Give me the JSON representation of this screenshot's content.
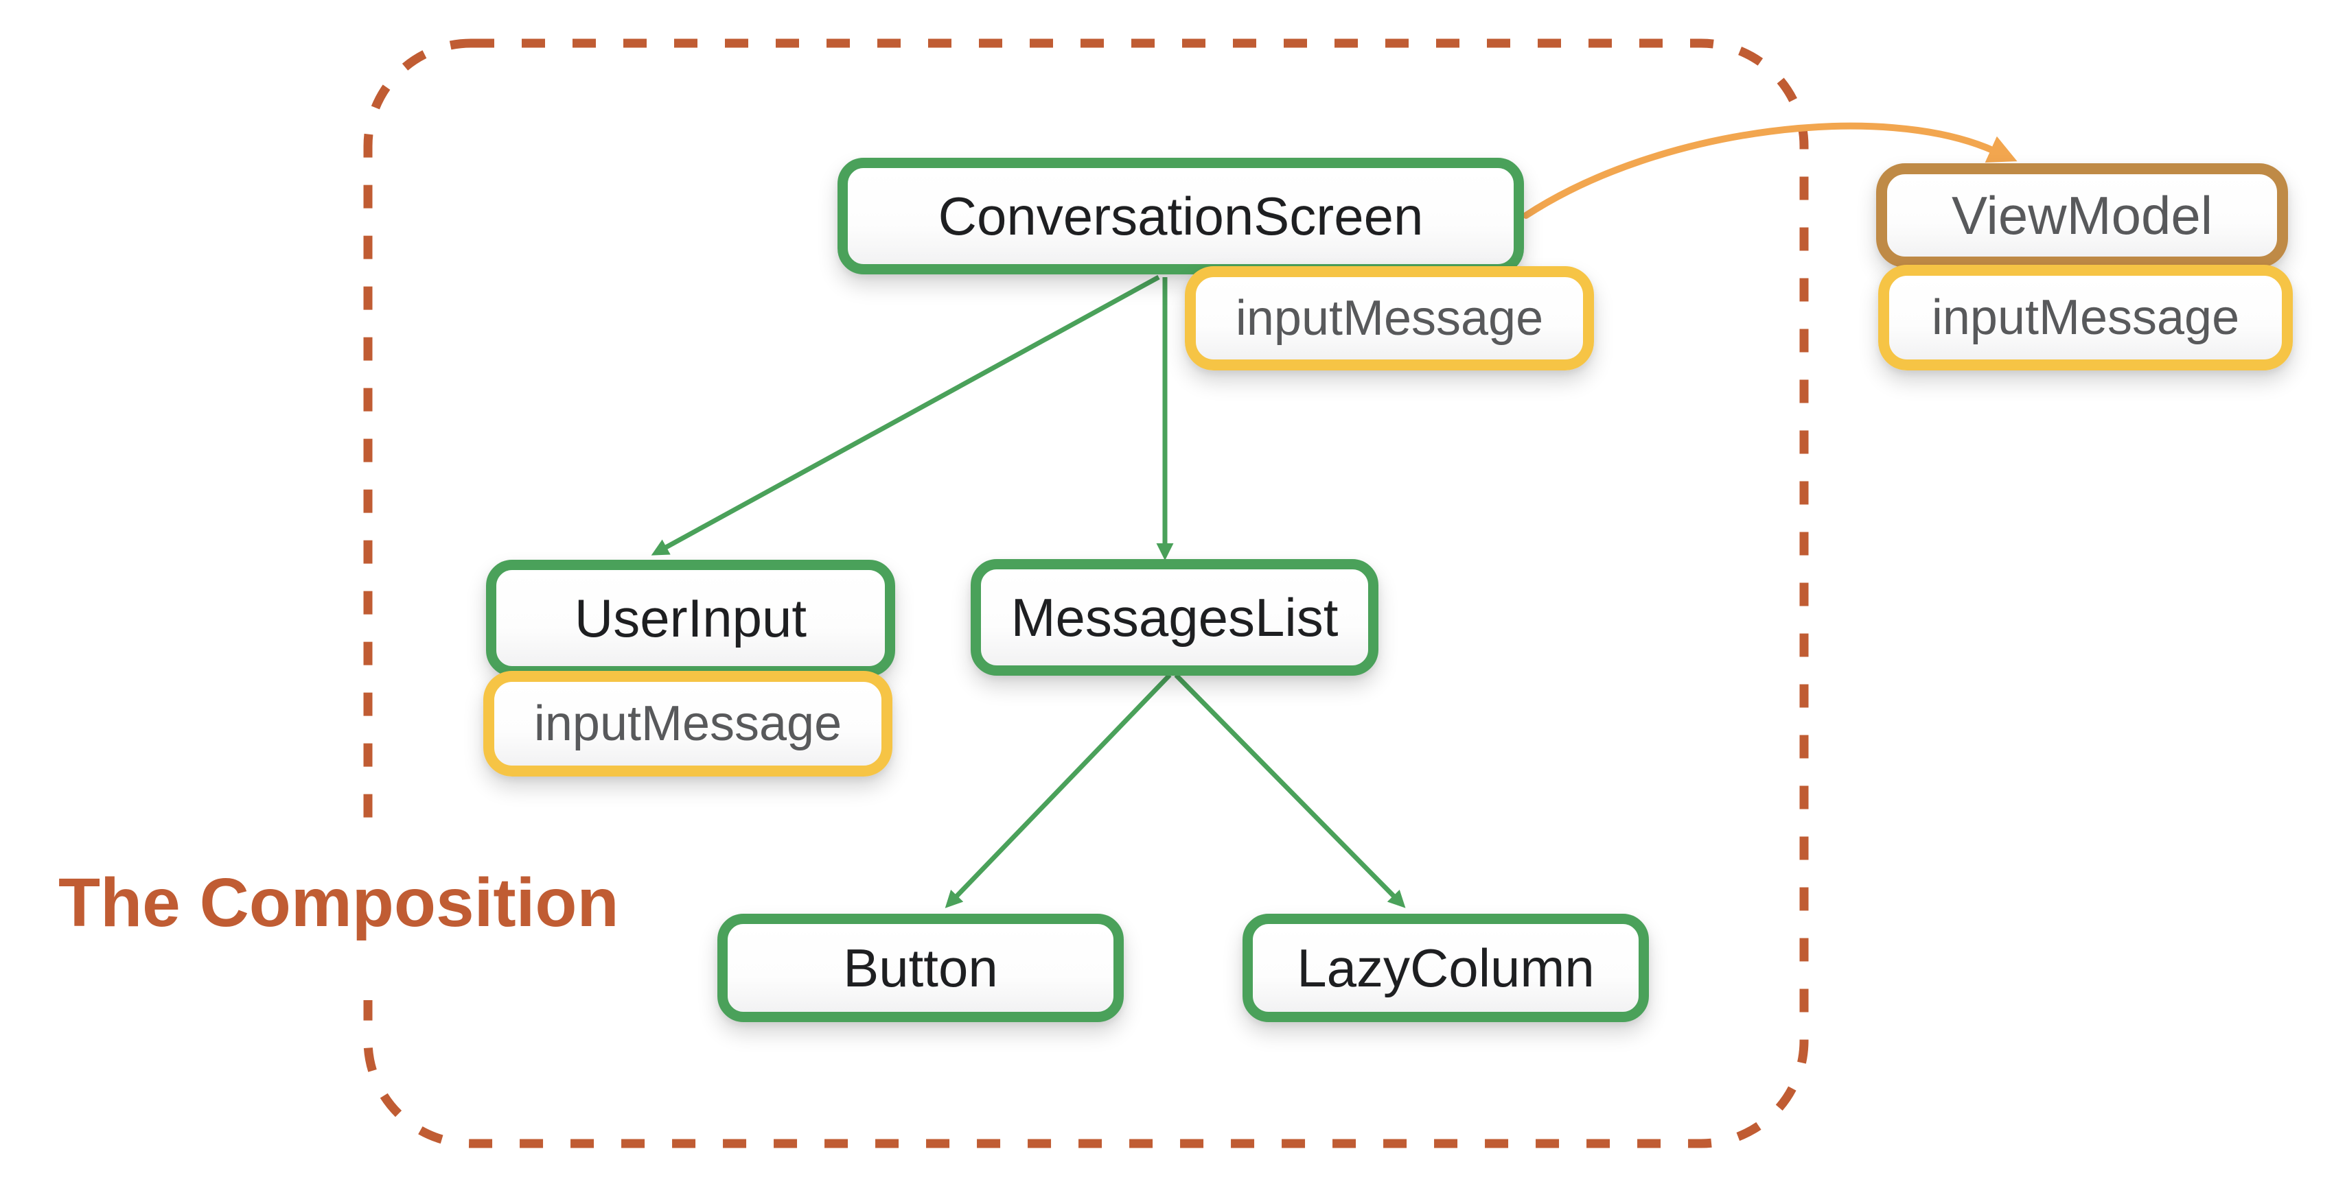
{
  "title": {
    "label": "The Composition"
  },
  "nodes": {
    "conversationScreen": {
      "label": "ConversationScreen"
    },
    "inputMessageScreen": {
      "label": "inputMessage"
    },
    "viewModel": {
      "label": "ViewModel"
    },
    "inputMessageViewModel": {
      "label": "inputMessage"
    },
    "userInput": {
      "label": "UserInput"
    },
    "inputMessageUserInput": {
      "label": "inputMessage"
    },
    "messagesList": {
      "label": "MessagesList"
    },
    "button": {
      "label": "Button"
    },
    "lazyColumn": {
      "label": "LazyColumn"
    }
  },
  "edges": [
    {
      "from": "ConversationScreen",
      "to": "UserInput",
      "style": "green-arrow"
    },
    {
      "from": "ConversationScreen",
      "to": "MessagesList",
      "style": "green-arrow"
    },
    {
      "from": "MessagesList",
      "to": "Button",
      "style": "green-arrow"
    },
    {
      "from": "MessagesList",
      "to": "LazyColumn",
      "style": "green-arrow"
    },
    {
      "from": "ConversationScreen",
      "to": "ViewModel",
      "style": "orange-curved-arrow"
    }
  ],
  "colors": {
    "composable_border_green": "#4aa15a",
    "state_border_yellow": "#f6c445",
    "viewmodel_border_ochre": "#bf8a46",
    "boundary_rust": "#c05c33",
    "curved_arrow_orange": "#f2a64f",
    "label_dark": "#1e1f21",
    "label_gray": "#58595b"
  }
}
